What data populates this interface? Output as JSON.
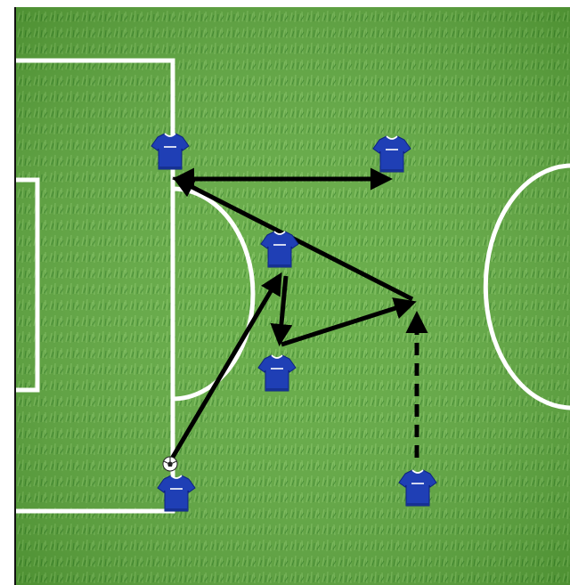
{
  "diagram": {
    "type": "football-drill",
    "surface": "grass pitch",
    "colors": {
      "grass_light": "#6fb04a",
      "grass_dark": "#3f8a2c",
      "lines": "#ffffff",
      "shirt": "#1f3fb5",
      "shirt_trim": "#ffffff",
      "arrow": "#000000"
    },
    "players": [
      {
        "id": "p1",
        "role": "left-top"
      },
      {
        "id": "p2",
        "role": "right-top"
      },
      {
        "id": "p3",
        "role": "center-top"
      },
      {
        "id": "p4",
        "role": "center-bottom"
      },
      {
        "id": "p5",
        "role": "left-bottom-with-ball"
      },
      {
        "id": "p6",
        "role": "right-bottom"
      }
    ],
    "ball": {
      "held_by": "p5",
      "icon": "soccer-ball-icon"
    },
    "moves": [
      {
        "from": "p5",
        "to": "p3",
        "kind": "pass",
        "style": "solid"
      },
      {
        "from": "p3",
        "to": "p4",
        "kind": "pass",
        "style": "solid"
      },
      {
        "from": "p4",
        "to": "run-target",
        "kind": "pass",
        "style": "solid"
      },
      {
        "from": "run-target",
        "to": "p1",
        "kind": "pass",
        "style": "solid"
      },
      {
        "from": "p1",
        "to": "p2",
        "kind": "pass",
        "style": "solid",
        "bidirectional": true
      },
      {
        "from": "p6",
        "to": "run-target",
        "kind": "run",
        "style": "dashed"
      }
    ]
  }
}
